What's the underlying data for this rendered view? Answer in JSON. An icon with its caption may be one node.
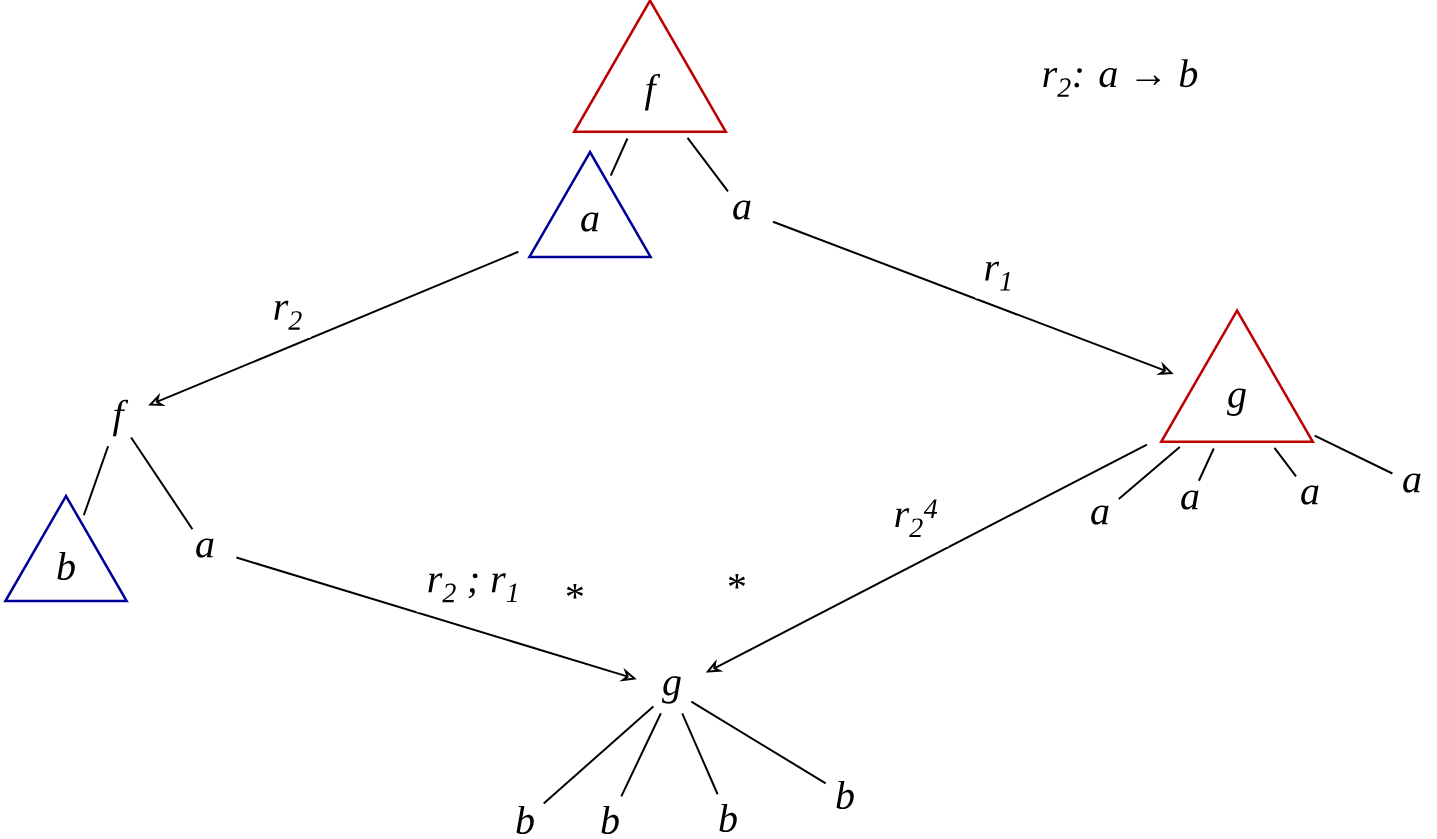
{
  "diagram": {
    "nodes": [
      {
        "text": [
          "f"
        ]
      },
      {
        "text": [
          "a"
        ]
      },
      {
        "text": [
          "a"
        ]
      },
      {
        "text": [
          "f"
        ]
      },
      {
        "text": [
          "b"
        ]
      },
      {
        "text": [
          "a"
        ]
      },
      {
        "text": [
          "g"
        ]
      },
      {
        "text": [
          "a"
        ]
      },
      {
        "text": [
          "a"
        ]
      },
      {
        "text": [
          "a"
        ]
      },
      {
        "text": [
          "a"
        ]
      },
      {
        "text": [
          "g"
        ]
      },
      {
        "text": [
          "b"
        ]
      },
      {
        "text": [
          "b"
        ]
      },
      {
        "text": [
          "b"
        ]
      },
      {
        "text": [
          "b"
        ]
      }
    ],
    "edges": [
      {
        "from": 0,
        "to": 1,
        "arrow": "none"
      },
      {
        "from": 0,
        "to": 2,
        "arrow": "none"
      },
      {
        "from": 3,
        "to": 4,
        "arrow": "none"
      },
      {
        "from": 3,
        "to": 5,
        "arrow": "none"
      },
      {
        "from": 6,
        "to": 7,
        "arrow": "none"
      },
      {
        "from": 6,
        "to": 8,
        "arrow": "none"
      },
      {
        "from": 6,
        "to": 9,
        "arrow": "none"
      },
      {
        "from": 6,
        "to": 10,
        "arrow": "none"
      },
      {
        "from": 11,
        "to": 12,
        "arrow": "none"
      },
      {
        "from": 11,
        "to": 13,
        "arrow": "none"
      },
      {
        "from": 11,
        "to": 14,
        "arrow": "none"
      },
      {
        "from": 11,
        "to": 15,
        "arrow": "none"
      },
      {
        "from": 1,
        "to": 3,
        "arrow": "to",
        "label": "r$_{2}$"
      },
      {
        "from": 2,
        "to": 6,
        "arrow": "to",
        "label": "r$_{1}$"
      },
      {
        "from": 5,
        "to": 11,
        "arrow": "to",
        "label": "r$_{2}$ ; r$_{1}$"
      },
      {
        "from": 6,
        "to": 11,
        "arrow": "to",
        "label": "r$_{2}$$^{4}$"
      }
    ],
    "labels": [
      "r$_{2}$: a → b",
      "*",
      "*"
    ]
  }
}
